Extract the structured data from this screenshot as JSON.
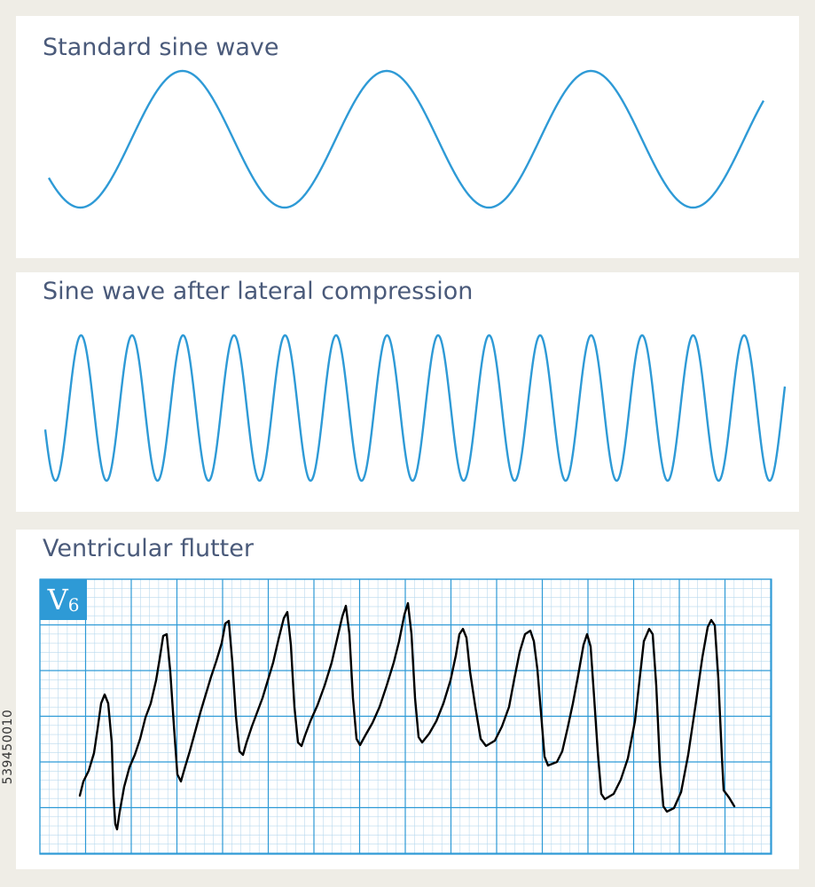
{
  "panels": [
    {
      "title": "Standard sine wave",
      "cycles": 3.5,
      "wave_color": "#2e9ad6"
    },
    {
      "title": "Sine wave after lateral compression",
      "cycles": 14.5,
      "wave_color": "#2e9ad6"
    },
    {
      "title": "Ventricular flutter",
      "lead": "V",
      "lead_sub": "6"
    }
  ],
  "ecg": {
    "grid_color": "#2e9ad6",
    "trace_color": "#000000"
  },
  "watermark_id": "539450010"
}
